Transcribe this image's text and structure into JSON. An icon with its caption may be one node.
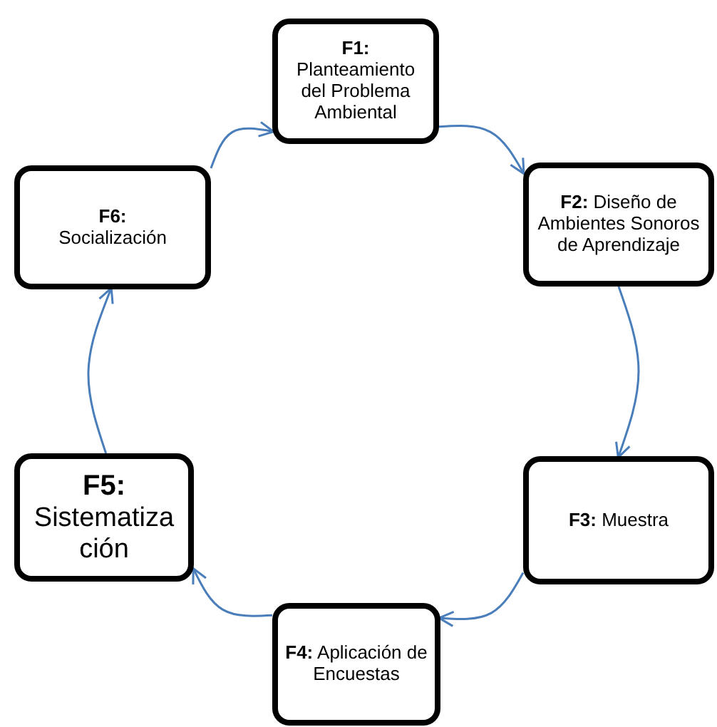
{
  "diagram": {
    "nodes": [
      {
        "text": [
          "F1:",
          "Planteamiento del Problema Ambiental"
        ]
      },
      {
        "text": [
          "**F2:** Diseño de Ambientes Sonoros de Aprendizaje"
        ]
      },
      {
        "text": [
          "**F3:** Muestra"
        ]
      },
      {
        "text": [
          "**F4:** Aplicación de Encuestas"
        ]
      },
      {
        "text": [
          "F5:",
          "Sistematización"
        ]
      },
      {
        "text": [
          "F6:",
          "Socialización"
        ]
      }
    ],
    "edges": [
      {
        "from": 0,
        "to": 1,
        "arrow": "to"
      },
      {
        "from": 1,
        "to": 2,
        "arrow": "to"
      },
      {
        "from": 2,
        "to": 3,
        "arrow": "to"
      },
      {
        "from": 3,
        "to": 4,
        "arrow": "to"
      },
      {
        "from": 4,
        "to": 5,
        "arrow": "to"
      },
      {
        "from": 5,
        "to": 0,
        "arrow": "to"
      }
    ]
  }
}
